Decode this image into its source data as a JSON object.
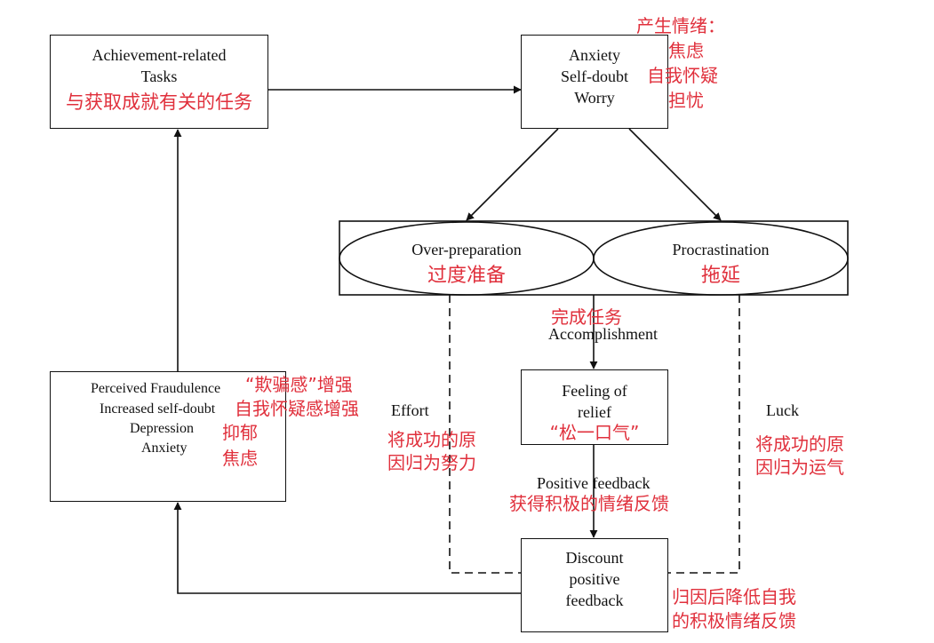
{
  "nodes": {
    "tasks": {
      "lines": [
        "Achievement-related",
        "Tasks"
      ],
      "zh": "与获取成就有关的任务"
    },
    "anxiety": {
      "lines": [
        "Anxiety",
        "Self-doubt",
        "Worry"
      ],
      "zh_lines": [
        "产生情绪：",
        "焦虑",
        "自我怀疑",
        "担忧"
      ]
    },
    "over_prep": {
      "label": "Over-preparation",
      "zh": "过度准备"
    },
    "procrastination": {
      "label": "Procrastination",
      "zh": "拖延"
    },
    "relief": {
      "lines": [
        "Feeling of",
        "relief"
      ],
      "zh": "“松一口气”"
    },
    "discount": {
      "lines": [
        "Discount",
        "positive",
        "feedback"
      ],
      "zh_lines": [
        "归因后降低自我",
        "的积极情绪反馈"
      ]
    },
    "fraud": {
      "lines": [
        "Perceived Fraudulence",
        "Increased self-doubt",
        "Depression",
        "Anxiety"
      ],
      "zh_lines": [
        "“欺骗感”增强",
        "自我怀疑感增强",
        "抑郁",
        "焦虑"
      ]
    }
  },
  "edges": {
    "accomplishment": {
      "label": "Accomplishment",
      "zh": "完成任务"
    },
    "positive_feedback": {
      "label": "Positive feedback",
      "zh": "获得积极的情绪反馈"
    },
    "effort": {
      "label": "Effort",
      "zh_lines": [
        "将成功的原",
        "因归为努力"
      ]
    },
    "luck": {
      "label": "Luck",
      "zh_lines": [
        "将成功的原",
        "因归为运气"
      ]
    }
  },
  "colors": {
    "ink": "#111111",
    "annotation": "#e0303c"
  }
}
